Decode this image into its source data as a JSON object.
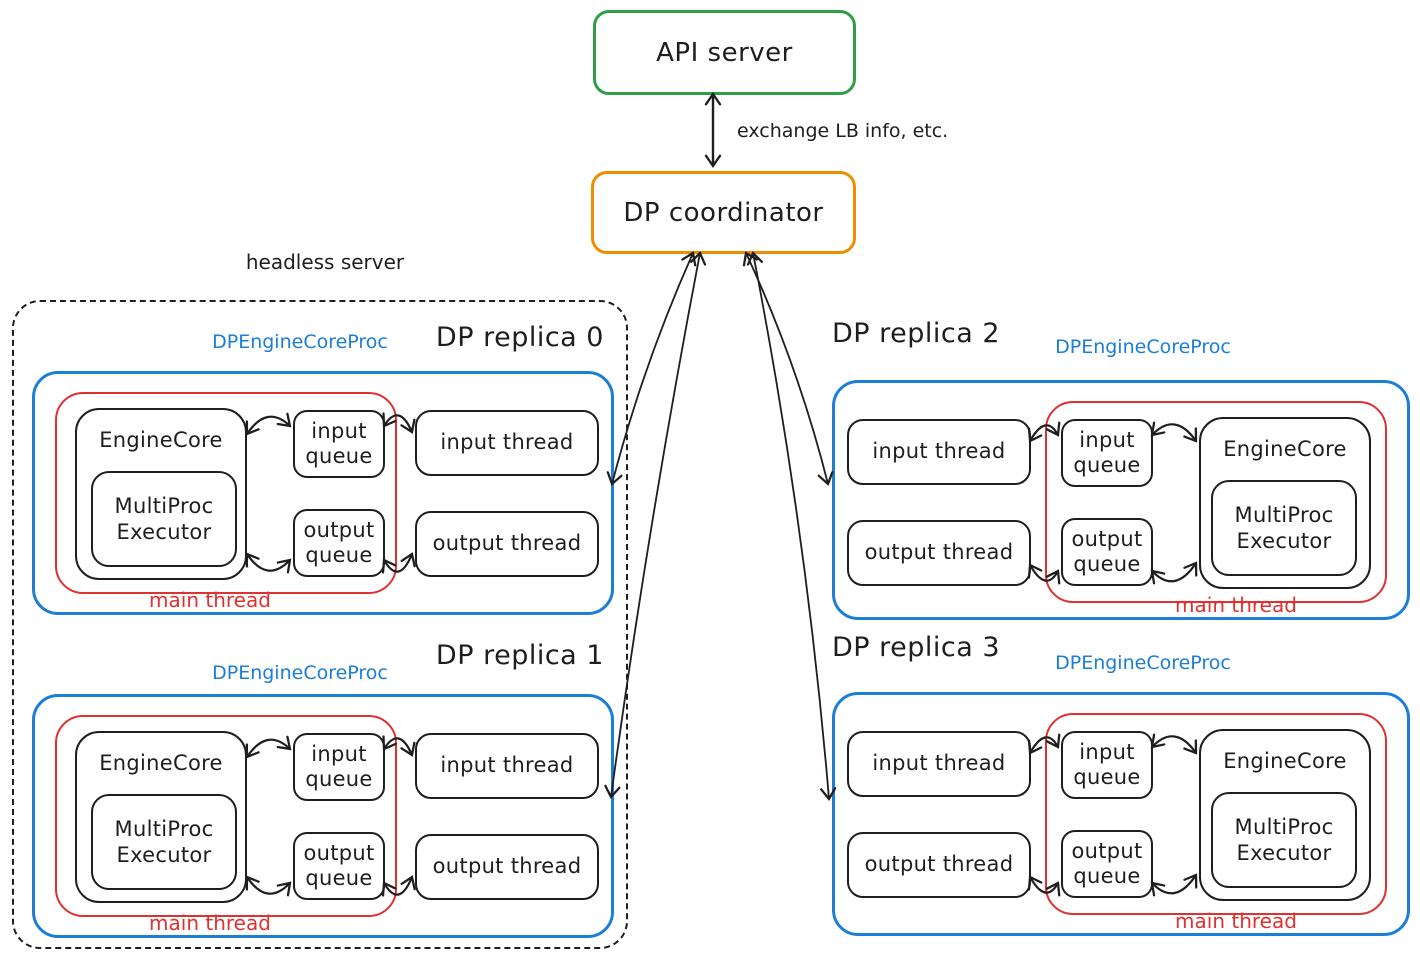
{
  "api_server": {
    "label": "API server"
  },
  "dp_coordinator": {
    "label": "DP coordinator"
  },
  "exchange_label": "exchange LB info, etc.",
  "headless_server": {
    "label": "headless server"
  },
  "colors": {
    "green": "#2f9e44",
    "orange": "#f08c00",
    "blue": "#1c7ed6",
    "red": "#e03131",
    "ink": "#1e1e1e"
  },
  "replicas": [
    {
      "title": "DP replica 0",
      "process_label": "DPEngineCoreProc",
      "main_thread_label": "main thread",
      "engine_core_label": "EngineCore",
      "executor_label": "MultiProc Executor",
      "input_queue_label": "input queue",
      "output_queue_label": "output queue",
      "input_thread_label": "input thread",
      "output_thread_label": "output thread"
    },
    {
      "title": "DP replica 1",
      "process_label": "DPEngineCoreProc",
      "main_thread_label": "main thread",
      "engine_core_label": "EngineCore",
      "executor_label": "MultiProc Executor",
      "input_queue_label": "input queue",
      "output_queue_label": "output queue",
      "input_thread_label": "input thread",
      "output_thread_label": "output thread"
    },
    {
      "title": "DP replica 2",
      "process_label": "DPEngineCoreProc",
      "main_thread_label": "main thread",
      "engine_core_label": "EngineCore",
      "executor_label": "MultiProc Executor",
      "input_queue_label": "input queue",
      "output_queue_label": "output queue",
      "input_thread_label": "input thread",
      "output_thread_label": "output thread"
    },
    {
      "title": "DP replica 3",
      "process_label": "DPEngineCoreProc",
      "main_thread_label": "main thread",
      "engine_core_label": "EngineCore",
      "executor_label": "MultiProc Executor",
      "input_queue_label": "input queue",
      "output_queue_label": "output queue",
      "input_thread_label": "input thread",
      "output_thread_label": "output thread"
    }
  ]
}
